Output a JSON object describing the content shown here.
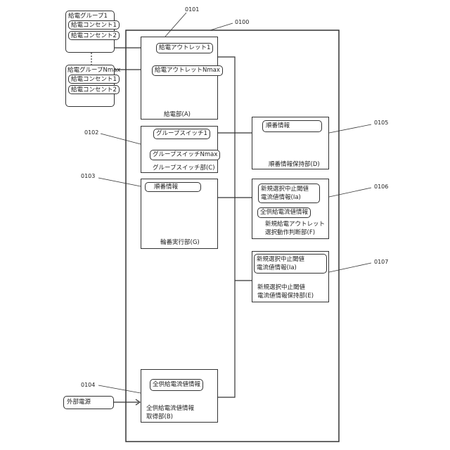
{
  "refs": {
    "r0100": "0100",
    "r0101": "0101",
    "r0102": "0102",
    "r0103": "0103",
    "r0104": "0104",
    "r0105": "0105",
    "r0106": "0106",
    "r0107": "0107"
  },
  "groups": [
    {
      "title": "給電グループ1",
      "outlets": [
        "給電コンセント1",
        "給電コンセント2"
      ]
    },
    {
      "title": "給電グループNmax",
      "outlets": [
        "給電コンセント1",
        "給電コンセント2"
      ]
    }
  ],
  "unit_a": {
    "label": "給電部(A)",
    "items": [
      "給電アウトレット1",
      "給電アウトレットNmax"
    ]
  },
  "unit_c": {
    "label": "グループスイッチ部(C)",
    "items": [
      "グループスイッチ1",
      "グループスイッチNmax"
    ]
  },
  "unit_g": {
    "label": "輪番実行部(G)",
    "items": [
      "順番情報"
    ]
  },
  "unit_b": {
    "label": "全供給電流値情報\n取得部(B)",
    "items": [
      "全供給電流値情報"
    ]
  },
  "unit_d": {
    "label": "順番情報保持部(D)",
    "items": [
      "順番情報"
    ]
  },
  "unit_f": {
    "label": "新規給電アウトレット\n選択動作判断部(F)",
    "items": [
      "新規選択中止閾値\n電流値情報(Ia)",
      "全供給電流値情報"
    ]
  },
  "unit_e": {
    "label": "新規選択中止閾値\n電流値情報保持部(E)",
    "items": [
      "新規選択中止閾値\n電流値情報(Ia)"
    ]
  },
  "external": {
    "label": "外部電源"
  }
}
